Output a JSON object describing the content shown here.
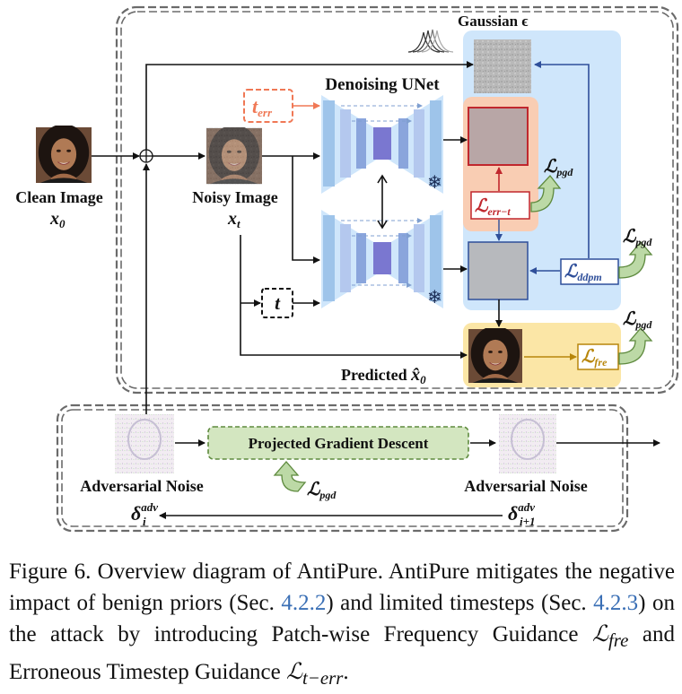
{
  "labels": {
    "gaussian": "Gaussian ϵ",
    "denoising_unet": "Denoising UNet",
    "clean_image": "Clean Image",
    "clean_var": "x",
    "clean_sub": "0",
    "noisy_image": "Noisy Image",
    "noisy_var": "x",
    "noisy_sub": "t",
    "t_err_main": "t",
    "t_err_sub": "err",
    "t_box": "t",
    "predicted": "Predicted",
    "predicted_var": "x̂",
    "predicted_sub": "0",
    "pgd_box": "Projected Gradient Descent",
    "adv_noise_left": "Adversarial Noise",
    "adv_noise_right": "Adversarial Noise",
    "delta_left": "δ",
    "delta_left_sup": "adv",
    "delta_left_sub": "i",
    "delta_right": "δ",
    "delta_right_sup": "adv",
    "delta_right_sub": "i+1",
    "loss_symbol": "ℒ",
    "loss_pgd": "pgd",
    "loss_err": "err−t",
    "loss_ddpm": "ddpm",
    "loss_fre": "fre",
    "snowflake": "❄"
  },
  "caption": {
    "p1": "Figure 6. Overview diagram of AntiPure. AntiPure mitigates the negative impact of benign priors (Sec. ",
    "ref1": "4.2.2",
    "p2": ") and limited timesteps (Sec. ",
    "ref2": "4.2.3",
    "p3": ") on the attack by introducing Patch-wise Frequency Guidance ",
    "sym1": "ℒ",
    "sub1": "fre",
    "p4": " and Erroneous Timestep Guidance ",
    "sym2": "ℒ",
    "sub2": "t−err",
    "p5": "."
  },
  "colors": {
    "blue_panel": "#cfe6fb",
    "orange_panel": "#f9cdb3",
    "yellow_panel": "#fbe6a6",
    "green_box": "#d3e6c0",
    "err_red": "#c0272d",
    "ddpm_blue": "#2f4f9a",
    "fre_gold": "#b8860b",
    "t_err_orange": "#f07855",
    "pgd_arrow_green": "#bcd9a6"
  }
}
